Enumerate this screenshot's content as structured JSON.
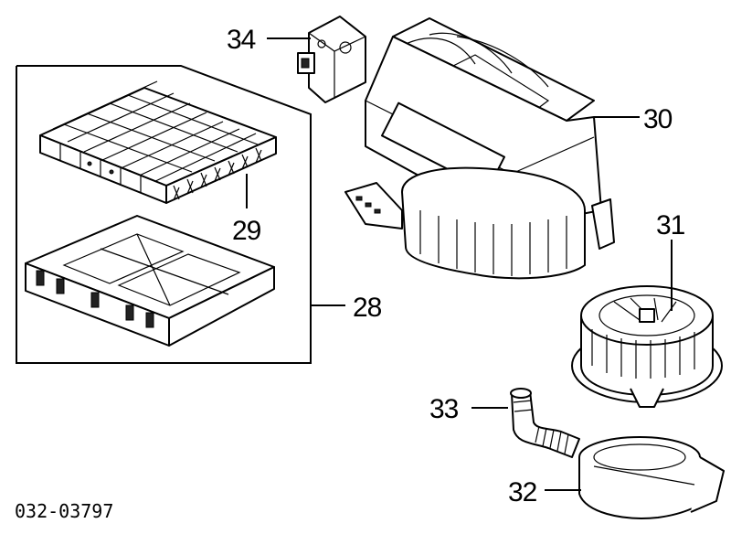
{
  "diagram": {
    "reference_code": "032-03797",
    "callouts": {
      "c28": "28",
      "c29": "29",
      "c30": "30",
      "c31": "31",
      "c32": "32",
      "c33": "33",
      "c34": "34"
    }
  }
}
